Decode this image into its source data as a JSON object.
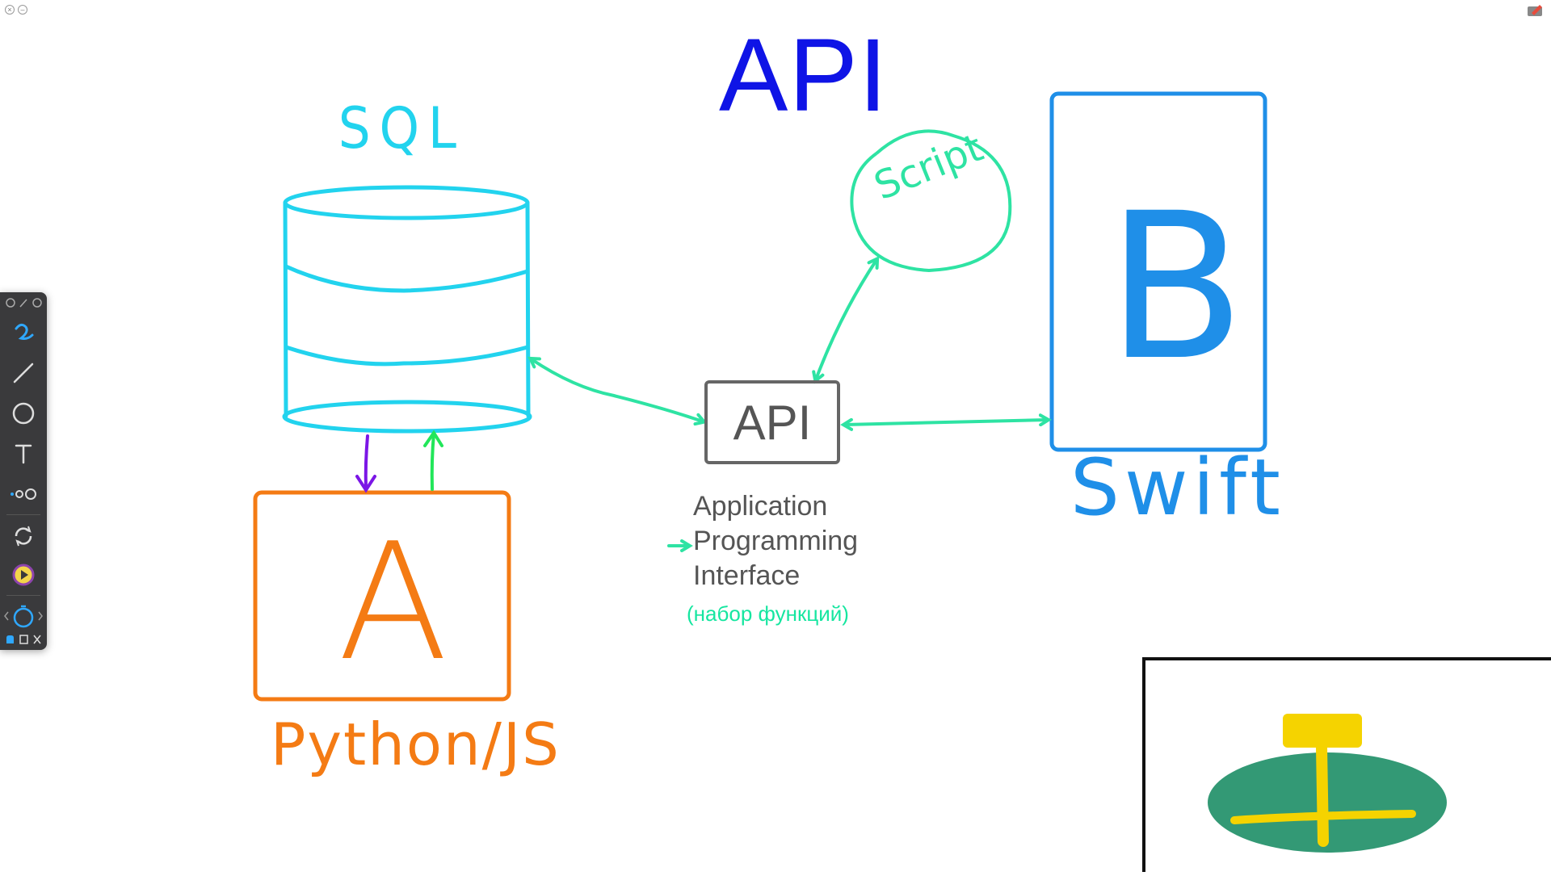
{
  "title": "API",
  "labels": {
    "sql": "SQL",
    "swift": "Swift",
    "python_js": "Python/JS",
    "script": "Script"
  },
  "box_letters": {
    "a": "A",
    "b": "B"
  },
  "api_box": {
    "label": "API",
    "description": [
      "Application",
      "Programming",
      "Interface"
    ],
    "subtitle": "(набор функций)"
  },
  "colors": {
    "title": "#0f14e6",
    "sql": "#22d3ee",
    "python_box": "#f47b14",
    "swift_box": "#1f8fe8",
    "arrows": "#2ee3a3",
    "api_box": "#666666",
    "down_arrow": "#7b16e6",
    "up_arrow": "#22e65a",
    "toolbar_bg": "#3a3a3c",
    "video_ellipse": "#339975",
    "video_yellow": "#f5d300"
  },
  "toolbar": {
    "tools": [
      "pen-tool",
      "line-tool",
      "circle-tool",
      "text-tool",
      "color-dots-tool",
      "rotate-tool",
      "play-tool",
      "timer-tool"
    ]
  }
}
